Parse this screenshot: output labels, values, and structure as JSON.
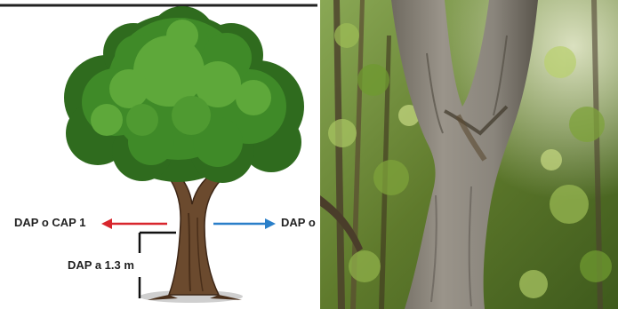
{
  "labels": {
    "left_measure": "DAP o CAP 1",
    "right_measure": "DAP o",
    "height_measure": "DAP a 1.3 m"
  },
  "colors": {
    "left_arrow": "#d8262d",
    "right_arrow": "#2a7fc9",
    "height_marker": "#111111",
    "foliage_dark": "#2f6b1e",
    "foliage_mid": "#3f8a28",
    "foliage_light": "#5ea83a",
    "trunk": "#6b4a2e",
    "trunk_dark": "#4a2f1a"
  },
  "icons": {
    "left_arrow": "arrow-left-icon",
    "right_arrow": "arrow-right-icon"
  }
}
